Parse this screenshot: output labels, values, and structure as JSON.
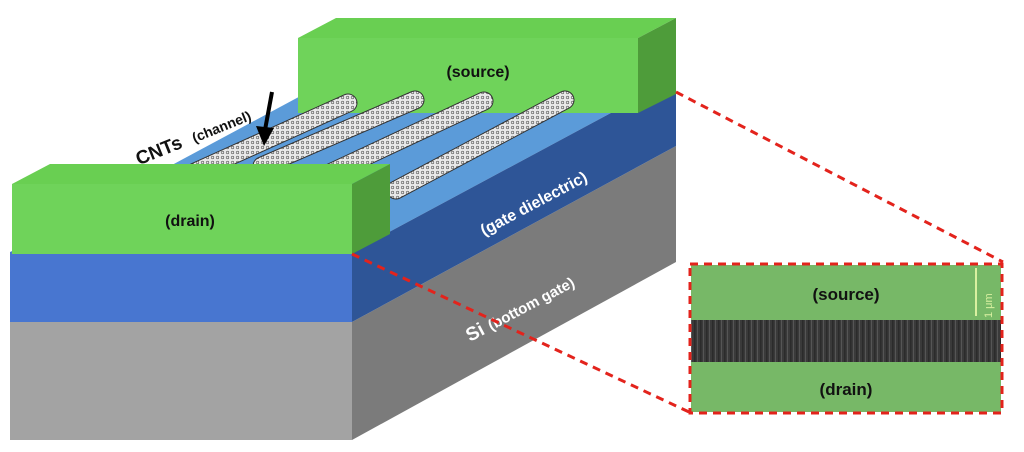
{
  "labels": {
    "source": "(source)",
    "drain": "(drain)",
    "cnt_title": "CNTs",
    "cnt_sub": "(channel)",
    "gate_dielectric": "(gate dielectric)",
    "si": "Si",
    "si_sub": "(bottom gate)",
    "inset_source": "(source)",
    "inset_drain": "(drain)",
    "scale_bar": "1 μm"
  },
  "colors": {
    "green_front": "#6fd35a",
    "green_top": "#69cf52",
    "green_side": "#4e9c3a",
    "blue_front": "#4876d0",
    "blue_side": "#2e5597",
    "light_blue": "#5b9bd9",
    "gray_front": "#a3a3a3",
    "gray_side": "#7b7b7b",
    "dashed_red": "#e3231c",
    "inset_green": "#77b867",
    "inset_channel": "#3c3c3c"
  },
  "icons": {
    "arrow": "down-arrow-icon"
  }
}
